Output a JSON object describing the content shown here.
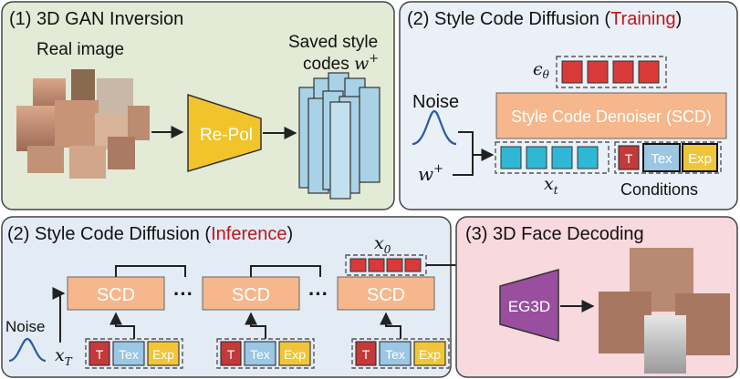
{
  "panels": {
    "gan": {
      "num": "(1)",
      "title": "3D GAN Inversion",
      "real_image": "Real image",
      "saved_line1": "Saved style",
      "saved_line2": "codes",
      "saved_var": "w",
      "saved_sup": "+",
      "repol": "Re-Pol"
    },
    "training": {
      "num": "(2)",
      "title": "Style Code Diffusion (",
      "highlight": "Training",
      "close": ")",
      "eps": "ϵ",
      "eps_sub": "θ",
      "denoiser": "Style Code Denoiser (SCD)",
      "noise": "Noise",
      "wplus": "w",
      "wplus_sup": "+",
      "xt": "x",
      "xt_sub": "t",
      "conditions": "Conditions"
    },
    "inference": {
      "num": "(2)",
      "title": "Style Code Diffusion (",
      "highlight": "Inference",
      "close": ")",
      "scd": "SCD",
      "dots": "···",
      "noise": "Noise",
      "xT": "x",
      "xT_sub": "T",
      "x0": "x",
      "x0_sub": "0"
    },
    "decoding": {
      "num": "(3)",
      "title": "3D Face Decoding",
      "eg3d": "EG3D"
    }
  },
  "conditions": {
    "t": "T",
    "tex": "Tex",
    "exp": "Exp"
  },
  "colors": {
    "gan_bg": "#e3ead6",
    "training_bg": "#eaf0f7",
    "inference_bg": "#e3ecf5",
    "decoding_bg": "#f7d9de",
    "scd": "#f6b78d",
    "eps_cell": "#d83a3a",
    "xt_cell": "#2fb8d6",
    "cond_t": "#c43a3a",
    "cond_tex": "#9bc6e4",
    "cond_exp": "#f0c53a",
    "repol": "#f2c42b",
    "eg3d": "#9a4e9e",
    "highlight": "#c0141c",
    "face_placeholder": "#b98a72"
  },
  "icons": [
    "face-photo-collage",
    "style-code-stack",
    "gaussian-curve-icon",
    "generated-face-collage"
  ]
}
